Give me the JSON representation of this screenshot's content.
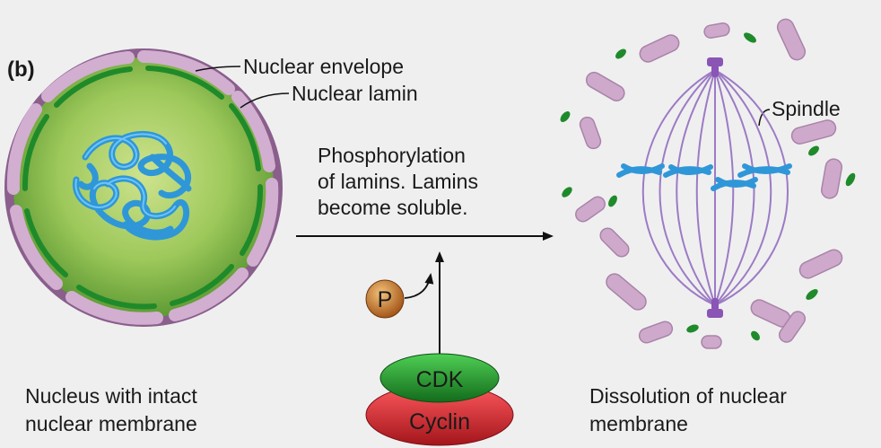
{
  "panel_label": "(b)",
  "labels": {
    "nuclear_envelope": "Nuclear envelope",
    "nuclear_lamin": "Nuclear lamin",
    "spindle": "Spindle",
    "phosphorylation_line1": "Phosphorylation",
    "phosphorylation_line2": "of lamins. Lamins",
    "phosphorylation_line3": "become soluble.",
    "phosphate": "P",
    "cdk": "CDK",
    "cyclin": "Cyclin",
    "left_caption_line1": "Nucleus with intact",
    "left_caption_line2": "nuclear membrane",
    "right_caption_line1": "Dissolution of nuclear",
    "right_caption_line2": "membrane"
  },
  "icons": [
    "arrow-icon",
    "phosphate-icon"
  ],
  "colors": {
    "background": "#efeff0",
    "envelope": "#c9a2c7",
    "lamin": "#1f8a2a",
    "nucleoplasm": "#9dc85a",
    "chromatin": "#2f97d8",
    "spindle": "#9c7bc4",
    "cdk": "#1b8a26",
    "cyclin": "#d8232a",
    "phosphate": "#c07020"
  }
}
